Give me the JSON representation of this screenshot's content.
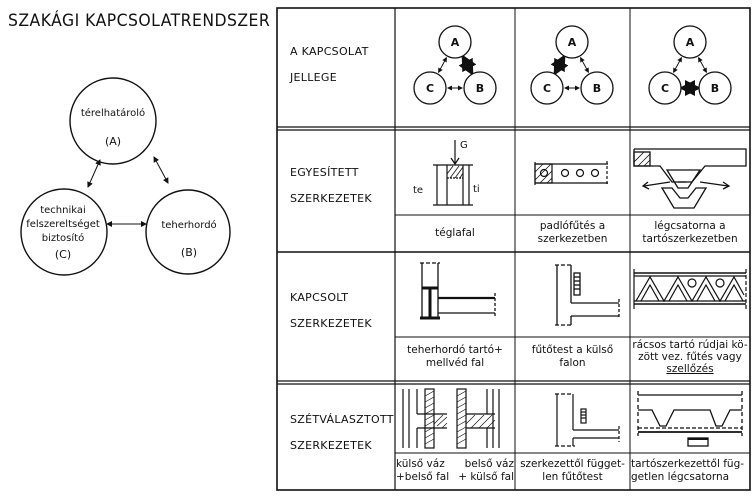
{
  "title": "SZAKÁGI KAPCSOLATRENDSZER",
  "system_diagram": {
    "nodes": [
      {
        "id": "A",
        "lines": [
          "térelhatároló"
        ],
        "letter": "(A)"
      },
      {
        "id": "B",
        "lines": [
          "teherhordó"
        ],
        "letter": "(B)"
      },
      {
        "id": "C",
        "lines": [
          "technikai",
          "felszereltséget",
          "biztosító"
        ],
        "letter": "(C)"
      }
    ],
    "links": [
      [
        "A",
        "C"
      ],
      [
        "A",
        "B"
      ],
      [
        "C",
        "B"
      ]
    ]
  },
  "table": {
    "rows": [
      {
        "label": [
          "A KAPCSOLAT",
          "JELLEGE"
        ],
        "cells": [
          {
            "figure": "triangle-AB-strong",
            "nodes": [
              "A",
              "B",
              "C"
            ],
            "strong_link": "A-B"
          },
          {
            "figure": "triangle-AC-strong",
            "nodes": [
              "A",
              "B",
              "C"
            ],
            "strong_link": "A-C"
          },
          {
            "figure": "triangle-CB-strong",
            "nodes": [
              "A",
              "B",
              "C"
            ],
            "strong_link": "C-B"
          }
        ]
      },
      {
        "label": [
          "EGYESÍTETT",
          "SZERKEZETEK"
        ],
        "cells": [
          {
            "figure": "brick-wall",
            "annotations": {
              "load": "G",
              "left": "te",
              "right": "ti"
            },
            "caption": [
              "téglafal"
            ]
          },
          {
            "figure": "floor-heating",
            "caption": [
              "padlófűtés a",
              "szerkezetben"
            ]
          },
          {
            "figure": "air-duct-in-structure",
            "caption": [
              "légcsatorna a",
              "tartószerkezetben"
            ]
          }
        ]
      },
      {
        "label": [
          "KAPCSOLT",
          "SZERKEZETEK"
        ],
        "cells": [
          {
            "figure": "beam-parapet",
            "caption": [
              "teherhordó tartó+",
              "mellvéd fal"
            ]
          },
          {
            "figure": "radiator-outer-wall",
            "caption": [
              "fűtőtest a külső",
              "falon"
            ]
          },
          {
            "figure": "truss-duct",
            "caption": [
              "rácsos tartó rúdjai kö-",
              "zött vez. fűtés vagy",
              "szellőzés"
            ]
          }
        ]
      },
      {
        "label": [
          "SZÉTVÁLASZTOTT",
          "SZERKEZETEK"
        ],
        "cells": [
          {
            "figure": "separated-frames",
            "caption_left": [
              "külső váz",
              "+belső fal"
            ],
            "caption_right": [
              "belső váz",
              "+ külső fal"
            ]
          },
          {
            "figure": "independent-radiator",
            "caption": [
              "szerkezettől függet-",
              "len fűtőtest"
            ]
          },
          {
            "figure": "independent-duct",
            "caption": [
              "tartószerkezettől füg-",
              "getlen légcsatorna"
            ]
          }
        ]
      }
    ]
  }
}
